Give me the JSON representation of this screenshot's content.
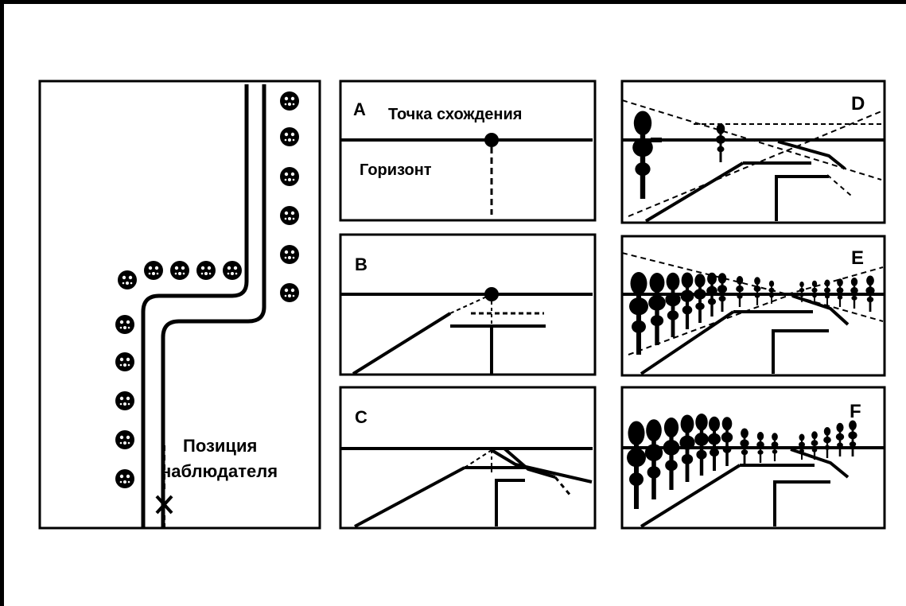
{
  "map_panel": {
    "observer_label_line1": "Позиция",
    "observer_label_line2": "наблюдателя"
  },
  "panels": {
    "A": {
      "letter": "A",
      "vanishing_point_label": "Точка схождения",
      "horizon_label": "Горизонт"
    },
    "B": {
      "letter": "B"
    },
    "C": {
      "letter": "C"
    },
    "D": {
      "letter": "D"
    },
    "E": {
      "letter": "E"
    },
    "F": {
      "letter": "F"
    }
  },
  "colors": {
    "ink": "#000000",
    "paper": "#ffffff"
  }
}
